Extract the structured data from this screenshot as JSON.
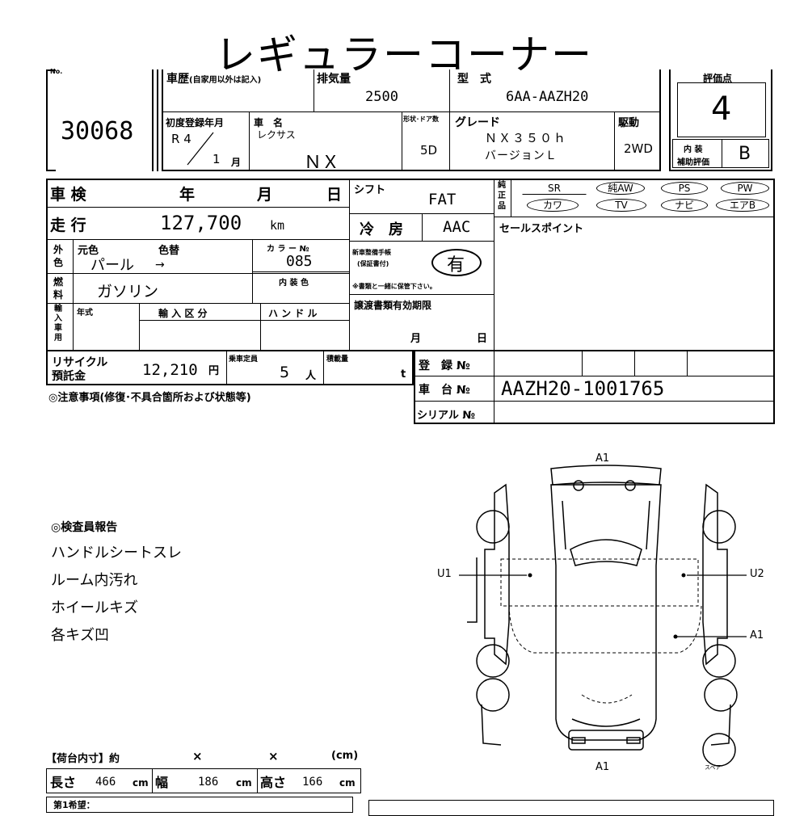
{
  "title": "レギュラーコーナー",
  "header": {
    "no_label": "No.",
    "lot_number": "30068",
    "history_label": "車歴",
    "history_note": "(自家用以外は記入)",
    "displacement_label": "排気量",
    "displacement": "2500",
    "model_label": "型　式",
    "model_code": "6AA-AAZH20",
    "first_reg_label": "初度登録年月",
    "first_reg_era": "R 4",
    "first_reg_month": "1",
    "month_unit": "月",
    "car_name_label": "車　名",
    "maker": "レクサス",
    "car_name": "ＮＸ",
    "shape_label": "形状･ドア数",
    "doors": "5D",
    "grade_label": "グレード",
    "grade_line1": "ＮＸ３５０ｈ",
    "grade_line2": "バージョンＬ",
    "drive_label": "駆動",
    "drive": "2WD",
    "score_label": "評価点",
    "score": "4",
    "interior_label1": "内 装",
    "interior_label2": "補助評価",
    "interior_score": "B"
  },
  "inspection": {
    "shaken_label": "車 検",
    "year_unit": "年",
    "month_unit": "月",
    "day_unit": "日",
    "mileage_label": "走 行",
    "mileage": "127,700",
    "mileage_unit": "km",
    "shift_label": "シフト",
    "shift": "FAT",
    "ac_label": "冷　房",
    "ac": "AAC",
    "equip_label": "純正品",
    "equip": [
      "SR",
      "純AW",
      "PS",
      "PW",
      "カワ",
      "TV",
      "ナビ",
      "エアB"
    ],
    "sales_point_label": "セールスポイント"
  },
  "color": {
    "label_1": "外",
    "label_2": "色",
    "original_label": "元色",
    "original": "パール",
    "repaint_label": "色替",
    "arrow": "→",
    "color_no_label": "カ ラ ー №",
    "color_no": "085",
    "interior_color_label": "内 装 色"
  },
  "fuel": {
    "label_1": "燃",
    "label_2": "料",
    "value": "ガソリン"
  },
  "records": {
    "label_line1": "新車整備手帳",
    "label_line2": "(保証書付)",
    "value": "有",
    "note": "※書類と一緒に保管下さい。"
  },
  "import": {
    "label": "輸入車用",
    "year_label": "年式",
    "type_label": "輸 入 区 分",
    "handle_label": "ハ ン ド ル"
  },
  "transfer": {
    "label": "譲渡書類有効期限",
    "month_unit": "月",
    "day_unit": "日"
  },
  "recycle": {
    "label_line1": "リサイクル",
    "label_line2": "預託金",
    "amount": "12,210",
    "yen": "円",
    "capacity_label": "乗車定員",
    "capacity": "5",
    "capacity_unit": "人",
    "load_label": "積載量",
    "load_unit": "t"
  },
  "registration": {
    "reg_no_label": "登　録 №",
    "chassis_label": "車　台 №",
    "chassis_no": "AAZH20-1001765",
    "serial_label": "シリアル №"
  },
  "notes_heading": "◎注意事項(修復･不具合箇所および状態等)",
  "inspector": {
    "heading": "◎検査員報告",
    "items": [
      "ハンドルシートスレ",
      "ルーム内汚れ",
      "ホイールキズ",
      "各キズ凹"
    ]
  },
  "diagram": {
    "labels": {
      "front": "A1",
      "left": "U1",
      "right": "U2",
      "right_rear": "A1",
      "rear": "A1",
      "spare": "スペア"
    }
  },
  "cargo": {
    "heading": "【荷台内寸】約",
    "x1": "×",
    "x2": "×",
    "unit_paren": "(cm)",
    "length_label": "長さ",
    "length": "466",
    "width_label": "幅",
    "width": "186",
    "height_label": "高さ",
    "height": "166",
    "cm": "cm",
    "request_label": "第1希望："
  }
}
